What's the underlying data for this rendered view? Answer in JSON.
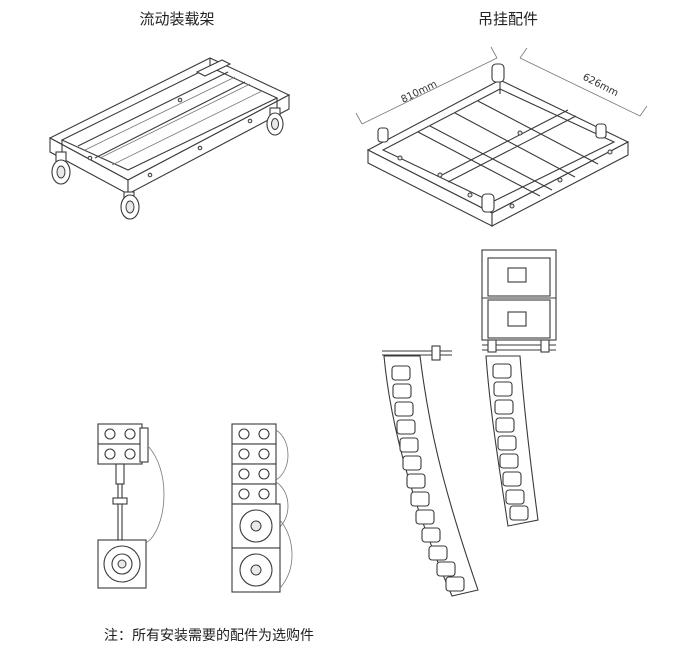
{
  "captions": {
    "dolly": "流动装载架",
    "hanging": "吊挂配件"
  },
  "dimensions": {
    "length": "810mm",
    "width": "626mm"
  },
  "note": "注：所有安装需要的配件为选购件"
}
